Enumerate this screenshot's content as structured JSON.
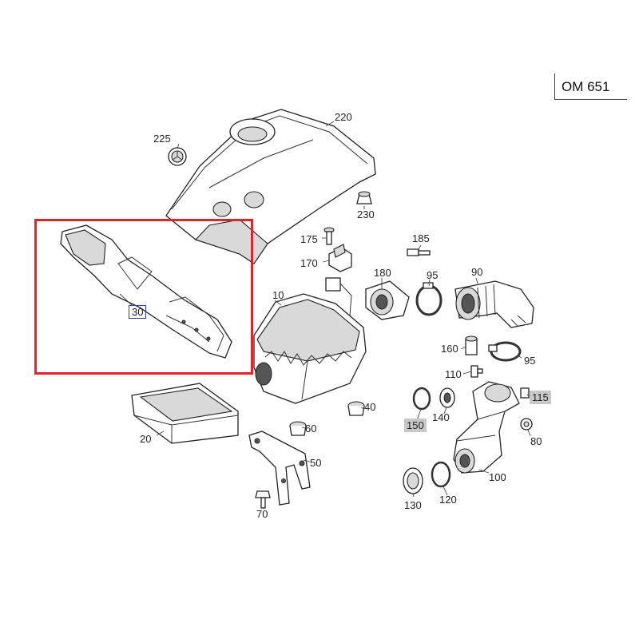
{
  "engine_code": "OM 651",
  "labels": {
    "p10": "10",
    "p20": "20",
    "p30": "30",
    "p40": "40",
    "p50": "50",
    "p60": "60",
    "p70": "70",
    "p80": "80",
    "p90": "90",
    "p95a": "95",
    "p95b": "95",
    "p100": "100",
    "p110": "110",
    "p115": "115",
    "p120": "120",
    "p130": "130",
    "p140": "140",
    "p150": "150",
    "p160": "160",
    "p170": "170",
    "p175": "175",
    "p180": "180",
    "p185": "185",
    "p220": "220",
    "p225": "225",
    "p230": "230"
  },
  "highlight": {
    "part": "30",
    "color": "#e0242c"
  },
  "colors": {
    "label_highlight": "#c8c8c8",
    "selected_label_border": "#2b3fa8"
  }
}
